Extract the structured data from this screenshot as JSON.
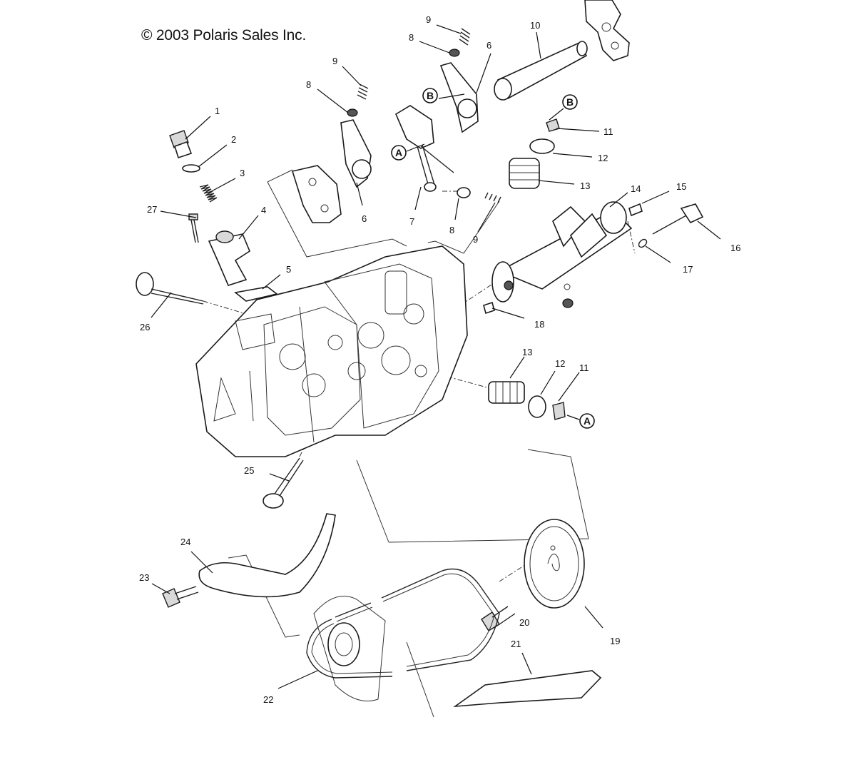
{
  "copyright": "© 2003 Polaris Sales Inc.",
  "part_numbers": {
    "p1": "1",
    "p2": "2",
    "p3": "3",
    "p4": "4",
    "p5": "5",
    "p6a": "6",
    "p6b": "6",
    "p7": "7",
    "p8a": "8",
    "p8b": "8",
    "p8c": "8",
    "p9a": "9",
    "p9b": "9",
    "p9c": "9",
    "p10": "10",
    "p11a": "11",
    "p11b": "11",
    "p12a": "12",
    "p12b": "12",
    "p13a": "13",
    "p13b": "13",
    "p14": "14",
    "p15": "15",
    "p16": "16",
    "p17": "17",
    "p18": "18",
    "p19": "19",
    "p20": "20",
    "p21": "21",
    "p22": "22",
    "p23": "23",
    "p24": "24",
    "p25": "25",
    "p26": "26",
    "p27": "27"
  },
  "callouts": {
    "a1": "A",
    "a2": "A",
    "b1": "B",
    "b2": "B"
  }
}
